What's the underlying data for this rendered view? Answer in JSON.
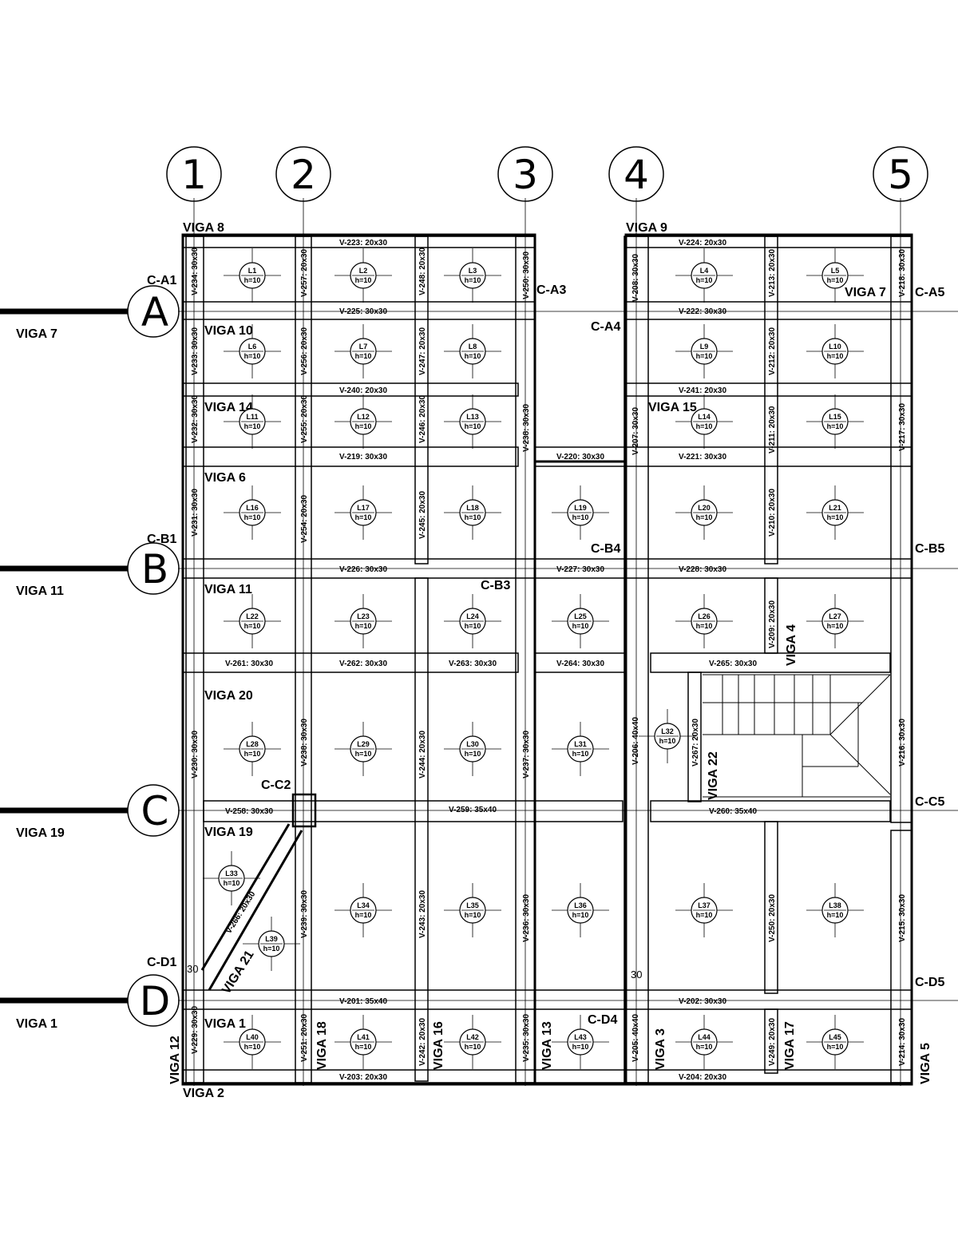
{
  "grid": {
    "columns": [
      "1",
      "2",
      "3",
      "4",
      "5"
    ],
    "rows": [
      "A",
      "B",
      "C",
      "D"
    ]
  },
  "beam_labels": {
    "viga7_left": "VIGA 7",
    "viga11_left": "VIGA 11",
    "viga19_left": "VIGA 19",
    "viga1_left": "VIGA 1",
    "viga8": "VIGA 8",
    "viga9": "VIGA 9",
    "viga7_right": "VIGA 7",
    "viga10": "VIGA 10",
    "viga14": "VIGA 14",
    "viga15": "VIGA 15",
    "viga6": "VIGA 6",
    "viga11": "VIGA 11",
    "viga20": "VIGA 20",
    "viga19": "VIGA 19",
    "viga1": "VIGA 1",
    "viga2": "VIGA 2",
    "viga12": "VIGA 12",
    "viga18": "VIGA 18",
    "viga16": "VIGA 16",
    "viga13": "VIGA 13",
    "viga3": "VIGA 3",
    "viga17": "VIGA 17",
    "viga5": "VIGA 5",
    "viga4": "VIGA 4",
    "viga22": "VIGA 22",
    "viga21": "VIGA 21"
  },
  "columns_labels": {
    "ca1": "C-A1",
    "ca3": "C-A3",
    "ca4": "C-A4",
    "ca5": "C-A5",
    "cb1": "C-B1",
    "cb3": "C-B3",
    "cb4": "C-B4",
    "cb5": "C-B5",
    "cc2": "C-C2",
    "cc5": "C-C5",
    "cd1": "C-D1",
    "cd4": "C-D4",
    "cd5": "C-D5"
  },
  "h_beam_marks": {
    "v223": "V-223: 20x30",
    "v224": "V-224: 20x30",
    "v225": "V-225: 30x30",
    "v222": "V-222: 30x30",
    "v240": "V-240: 20x30",
    "v241": "V-241: 20x30",
    "v219": "V-219: 30x30",
    "v220": "V-220: 30x30",
    "v221": "V-221: 30x30",
    "v226": "V-226: 30x30",
    "v227": "V-227: 30x30",
    "v228": "V-228: 30x30",
    "v261": "V-261: 30x30",
    "v262": "V-262: 30x30",
    "v263": "V-263: 30x30",
    "v264": "V-264: 30x30",
    "v265": "V-265: 30x30",
    "v258": "V-258: 30x30",
    "v259": "V-259: 35x40",
    "v260": "V-260: 35x40",
    "v201": "V-201: 35x40",
    "v202": "V-202: 30x30",
    "v203": "V-203: 20x30",
    "v204": "V-204: 20x30"
  },
  "v_beam_marks": {
    "c1a": "V-234: 30x30",
    "c1b": "V-233: 30x30",
    "c1c": "V-232: 30x30",
    "c1d": "V-231: 30x30",
    "c1e": "V-230: 30x30",
    "c1f": "V-229: 30x30",
    "c2a": "V-257: 20x30",
    "c2b": "V-256: 20x30",
    "c2c": "V-255: 20x30",
    "c2d": "V-254: 20x30",
    "c2e": "V-238: 30x30",
    "c2f": "V-239: 30x30",
    "c2g": "V-251: 20x30",
    "m1a": "V-248: 20x30",
    "m1b": "V-247: 20x30",
    "m1c": "V-246: 20x30",
    "m1d": "V-245: 20x30",
    "m1e": "V-244: 20x30",
    "m1f": "V-243: 20x30",
    "m1g": "V-242: 20x30",
    "c3a": "V-250: 30x30",
    "c3b": "V-238: 30x30",
    "c3c": "V-237: 30x30",
    "c3d": "V-236: 30x30",
    "c3e": "V-235: 30x30",
    "c4a": "V-208: 30x30",
    "c4b": "V-207: 30x30",
    "c4c": "V-206: 40x40",
    "c4d": "V-205: 40x40",
    "m2a": "V-213: 20x30",
    "m2b": "V-212: 20x30",
    "m2c": "V-211: 20x30",
    "m2d": "V-210: 20x30",
    "m2e": "V-209: 20x30",
    "m2f": "V-250: 20x30",
    "m2g": "V-249: 20x30",
    "m2h": "V-267: 20x30",
    "c5a": "V-218: 30x30",
    "c5b": "V-217: 30x30",
    "c5c": "V-216: 30x30",
    "c5d": "V-215: 30x30",
    "c5e": "V-214: 30x30",
    "diag": "V-266: 20x30"
  },
  "slabs": [
    {
      "id": "L1",
      "h": "h=10"
    },
    {
      "id": "L2",
      "h": "h=10"
    },
    {
      "id": "L3",
      "h": "h=10"
    },
    {
      "id": "L4",
      "h": "h=10"
    },
    {
      "id": "L5",
      "h": "h=10"
    },
    {
      "id": "L6",
      "h": "h=10"
    },
    {
      "id": "L7",
      "h": "h=10"
    },
    {
      "id": "L8",
      "h": "h=10"
    },
    {
      "id": "L9",
      "h": "h=10"
    },
    {
      "id": "L10",
      "h": "h=10"
    },
    {
      "id": "L11",
      "h": "h=10"
    },
    {
      "id": "L12",
      "h": "h=10"
    },
    {
      "id": "L13",
      "h": "h=10"
    },
    {
      "id": "L14",
      "h": "h=10"
    },
    {
      "id": "L15",
      "h": "h=10"
    },
    {
      "id": "L16",
      "h": "h=10"
    },
    {
      "id": "L17",
      "h": "h=10"
    },
    {
      "id": "L18",
      "h": "h=10"
    },
    {
      "id": "L19",
      "h": "h=10"
    },
    {
      "id": "L20",
      "h": "h=10"
    },
    {
      "id": "L21",
      "h": "h=10"
    },
    {
      "id": "L22",
      "h": "h=10"
    },
    {
      "id": "L23",
      "h": "h=10"
    },
    {
      "id": "L24",
      "h": "h=10"
    },
    {
      "id": "L25",
      "h": "h=10"
    },
    {
      "id": "L26",
      "h": "h=10"
    },
    {
      "id": "L27",
      "h": "h=10"
    },
    {
      "id": "L28",
      "h": "h=10"
    },
    {
      "id": "L29",
      "h": "h=10"
    },
    {
      "id": "L30",
      "h": "h=10"
    },
    {
      "id": "L31",
      "h": "h=10"
    },
    {
      "id": "L32",
      "h": "h=10"
    },
    {
      "id": "L33",
      "h": "h=10"
    },
    {
      "id": "L34",
      "h": "h=10"
    },
    {
      "id": "L35",
      "h": "h=10"
    },
    {
      "id": "L36",
      "h": "h=10"
    },
    {
      "id": "L37",
      "h": "h=10"
    },
    {
      "id": "L38",
      "h": "h=10"
    },
    {
      "id": "L39",
      "h": "h=10"
    },
    {
      "id": "L40",
      "h": "h=10"
    },
    {
      "id": "L41",
      "h": "h=10"
    },
    {
      "id": "L42",
      "h": "h=10"
    },
    {
      "id": "L43",
      "h": "h=10"
    },
    {
      "id": "L44",
      "h": "h=10"
    },
    {
      "id": "L45",
      "h": "h=10"
    }
  ],
  "dims": {
    "d1": "30",
    "d2": "30"
  }
}
